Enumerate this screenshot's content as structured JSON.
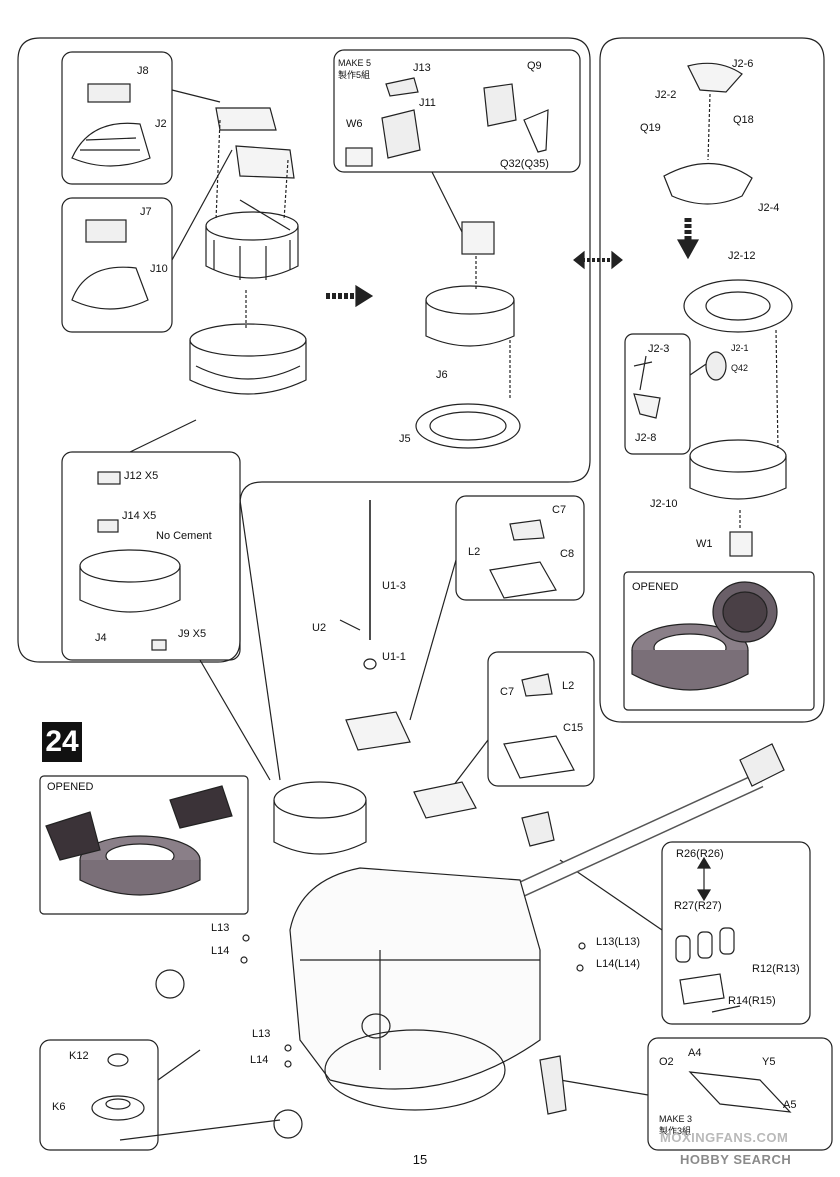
{
  "step_number": "24",
  "page_number": "15",
  "labels": {
    "j8": "J8",
    "j2": "J2",
    "j7": "J7",
    "j10": "J10",
    "make5": "MAKE 5",
    "make5_cn": "製作5組",
    "j13": "J13",
    "j11": "J11",
    "w6": "W6",
    "q9": "Q9",
    "q32": "Q32(Q35)",
    "j6": "J6",
    "j5": "J5",
    "j2_6": "J2-6",
    "j2_2": "J2-2",
    "q19": "Q19",
    "q18": "Q18",
    "j2_4": "J2-4",
    "j2_12": "J2-12",
    "j2_3": "J2-3",
    "j2_1": "J2-1",
    "q42": "Q42",
    "j2_8": "J2-8",
    "j2_10": "J2-10",
    "w1": "W1",
    "opened_right": "OPENED",
    "j12x5": "J12 X5",
    "j14x5": "J14 X5",
    "no_cement": "No Cement",
    "j4": "J4",
    "j9x5": "J9 X5",
    "u1_3": "U1-3",
    "u2": "U2",
    "u1_1": "U1-1",
    "c7_top": "C7",
    "l2_top": "L2",
    "c8": "C8",
    "c7_mid": "C7",
    "l2_mid": "L2",
    "c15": "C15",
    "opened_left": "OPENED",
    "r26": "R26(R26)",
    "r27": "R27(R27)",
    "r12": "R12(R13)",
    "r14": "R14(R15)",
    "l13_a": "L13",
    "l14_a": "L14",
    "l13_b": "L13(L13)",
    "l14_b": "L14(L14)",
    "l13_c": "L13",
    "l14_c": "L14",
    "k12": "K12",
    "k6": "K6",
    "o2": "O2",
    "a4": "A4",
    "y5": "Y5",
    "a5": "A5",
    "make3": "MAKE 3",
    "make3_cn": "製作3組"
  },
  "watermark": {
    "line1": "MOXINGFANS.COM",
    "line2": "HOBBY SEARCH"
  }
}
